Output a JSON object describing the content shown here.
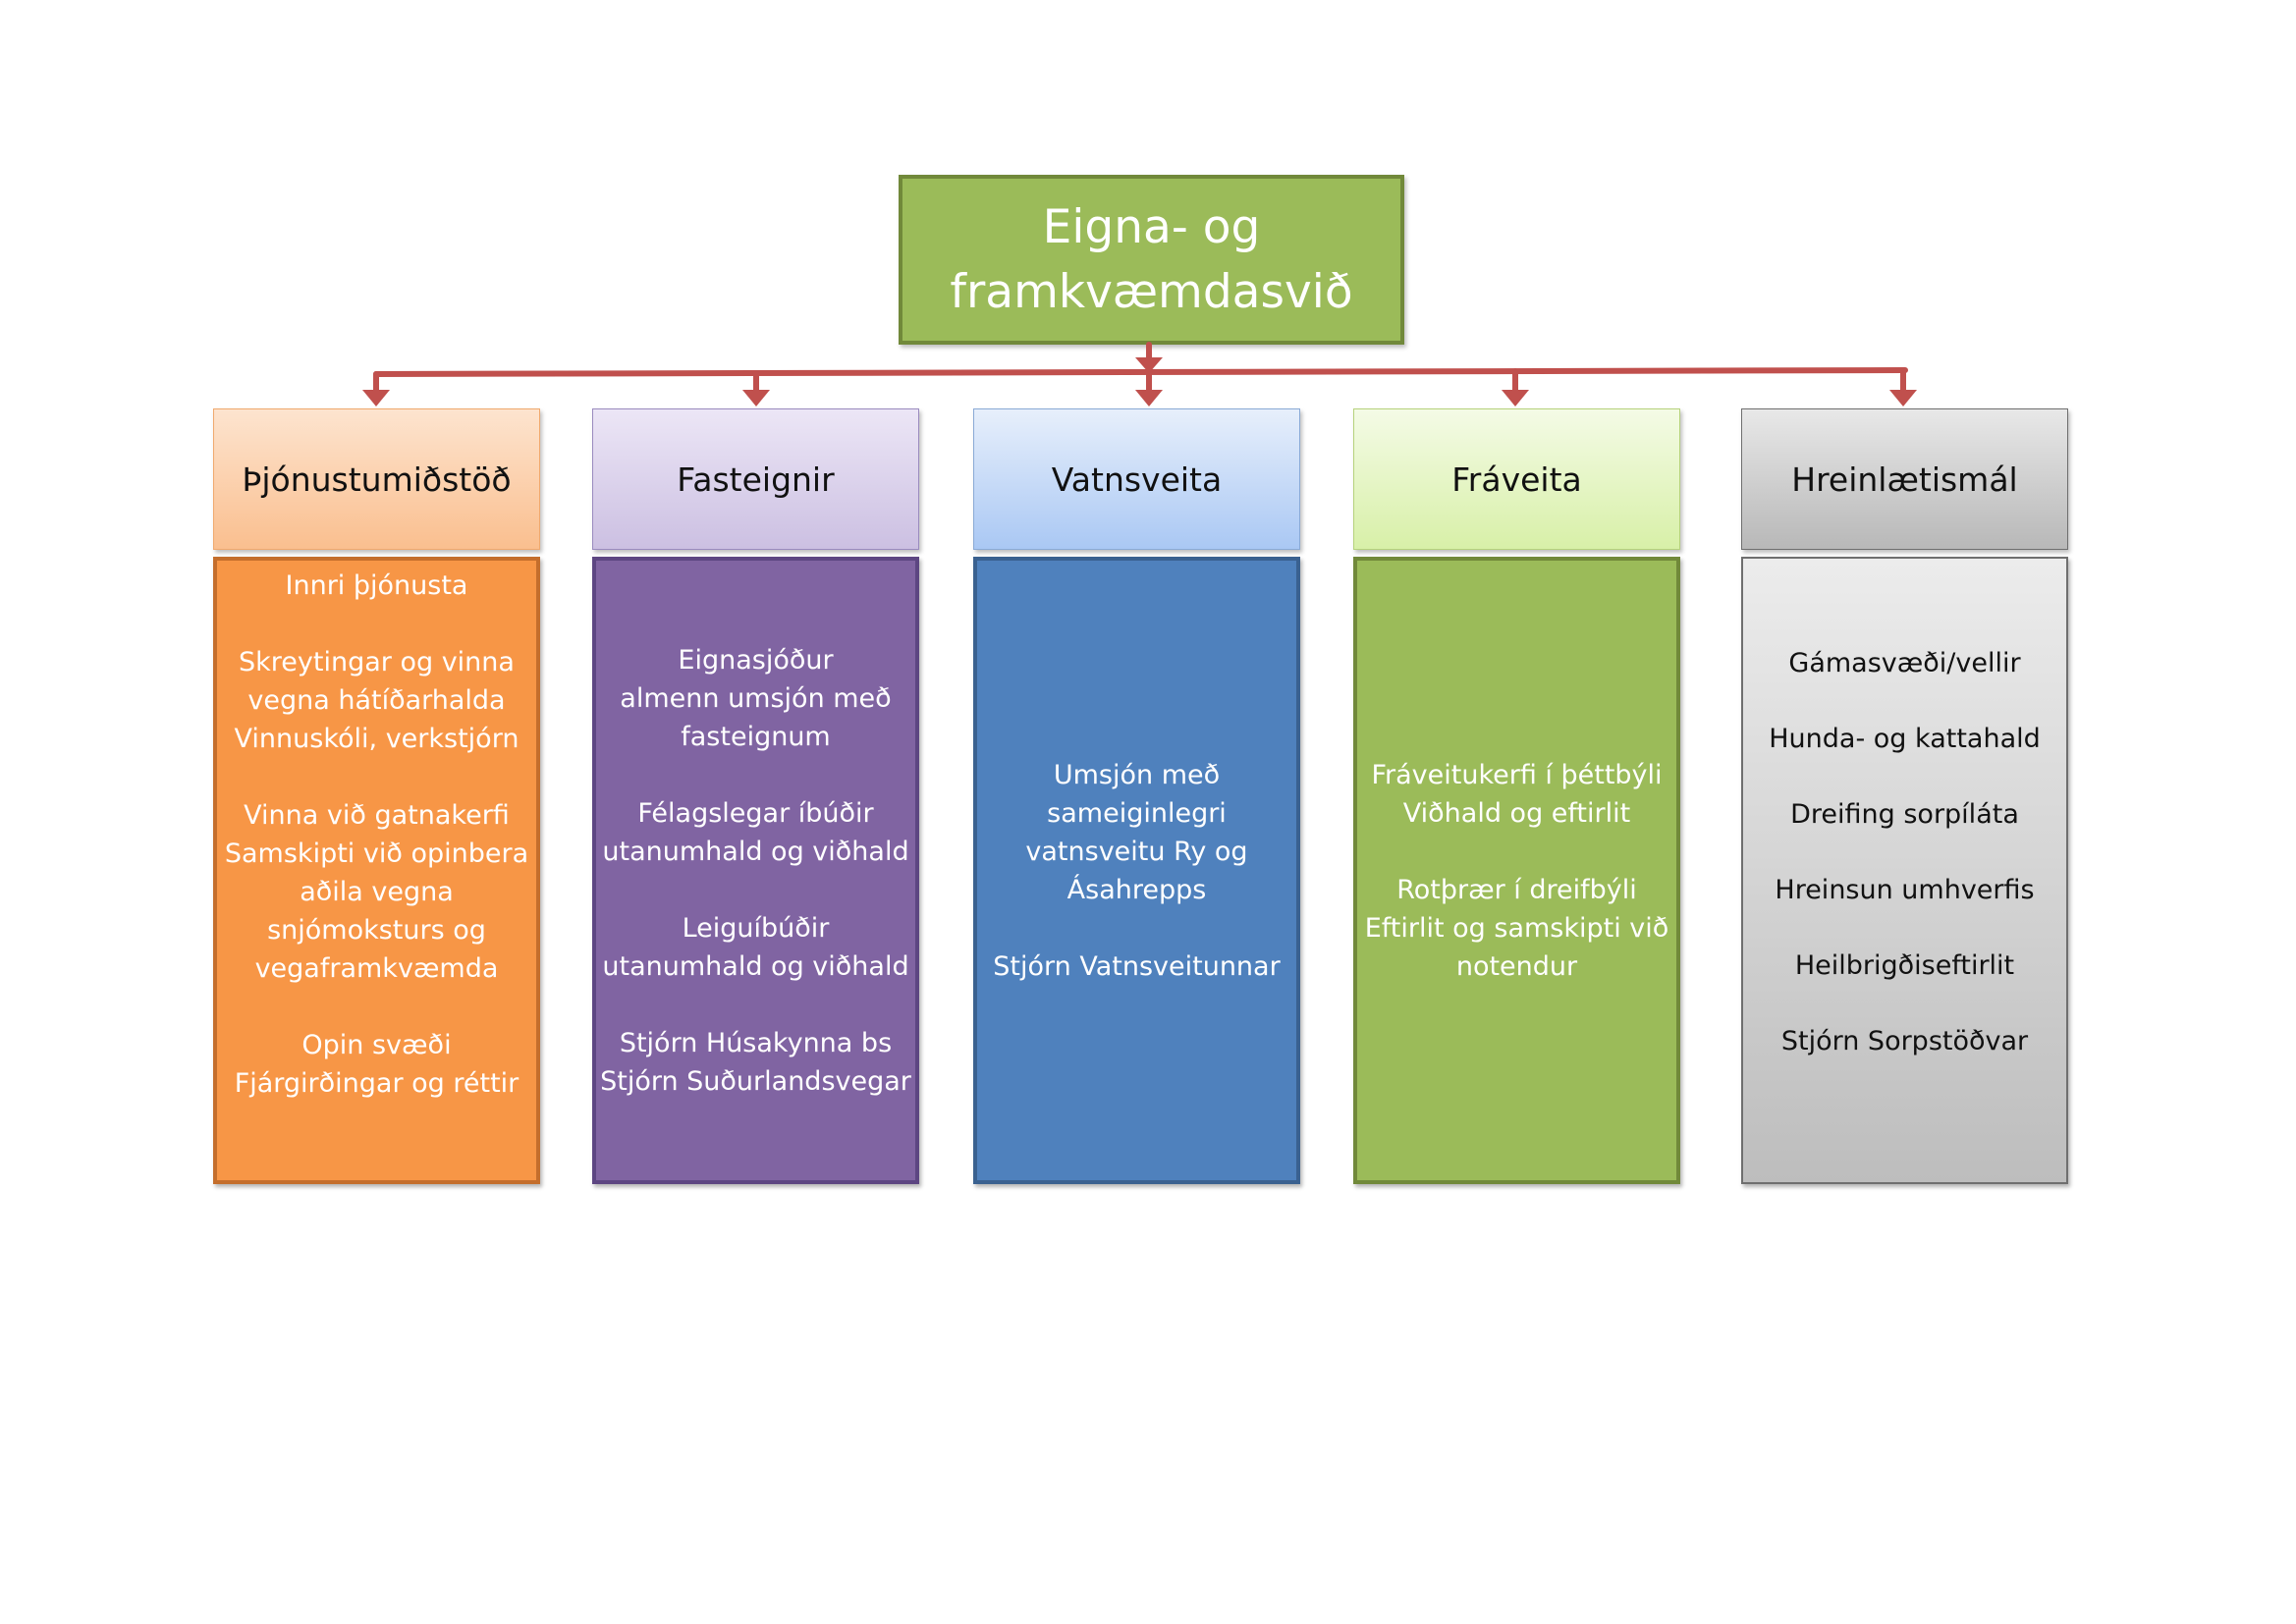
{
  "title": {
    "lines": [
      "Eigna- og",
      "framkvæmdasvið"
    ]
  },
  "colors": {
    "connector": "#c0504d",
    "title_fill": "#9bbb59"
  },
  "departments": [
    {
      "name": "Þjónustumiðstöð",
      "groups": [
        [
          "Innri þjónusta"
        ],
        [
          "Skreytingar og vinna",
          "vegna hátíðarhalda",
          "Vinnuskóli, verkstjórn"
        ],
        [
          "Vinna við gatnakerfi",
          "Samskipti við opinbera",
          "aðila vegna",
          "snjómoksturs og",
          "vegaframkvæmda"
        ],
        [
          "Opin svæði",
          "Fjárgirðingar og réttir"
        ]
      ]
    },
    {
      "name": "Fasteignir",
      "groups": [
        [
          "Eignasjóður",
          "almenn umsjón með",
          "fasteignum"
        ],
        [
          "Félagslegar íbúðir",
          "utanumhald og viðhald"
        ],
        [
          "Leiguíbúðir",
          "utanumhald og viðhald"
        ],
        [
          "Stjórn Húsakynna bs",
          "Stjórn Suðurlandsvegar"
        ]
      ]
    },
    {
      "name": "Vatnsveita",
      "groups": [
        [
          "Umsjón með",
          "sameiginlegri",
          "vatnsveitu Ry og",
          "Ásahrepps"
        ],
        [
          "Stjórn Vatnsveitunnar"
        ]
      ]
    },
    {
      "name": "Fráveita",
      "groups": [
        [
          "Fráveitukerfi í þéttbýli",
          "Viðhald og eftirlit"
        ],
        [
          "Rotþrær í dreifbýli",
          "Eftirlit og samskipti við",
          "notendur"
        ]
      ]
    },
    {
      "name": "Hreinlætismál",
      "groups": [
        [
          "Gámasvæði/vellir"
        ],
        [
          "Hunda- og kattahald"
        ],
        [
          "Dreifing sorpíláta"
        ],
        [
          "Hreinsun umhverfis"
        ],
        [
          "Heilbrigðiseftirlit"
        ],
        [
          "Stjórn Sorpstöðvar"
        ]
      ]
    }
  ]
}
